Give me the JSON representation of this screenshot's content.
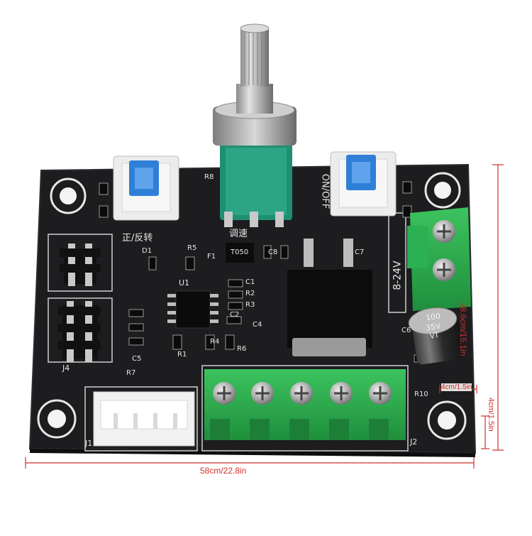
{
  "product": {
    "type": "stepper motor driver board",
    "board_color": "#1d1d20",
    "terminal_color": "#2aa84a",
    "switch_color": "#2f7fd8"
  },
  "dimensions": {
    "width_label": "58cm/22.8in",
    "height_label": "38.6cm/15.1in",
    "terminal_pitch_label": "4cm/1.5in",
    "terminal_width_label": "4cm/1.5in",
    "line_color": "#d0302a"
  },
  "silkscreen": {
    "speed_knob": "调速",
    "direction": "正/反转",
    "power_switch": "ON/OFF",
    "voltage": "8-24V",
    "fuse": "T050",
    "header_j4": "J4",
    "connector_j1": "J1",
    "connector_j2": "J2",
    "chip_u1": "U1",
    "diode": "D1",
    "refs": {
      "r5": "R5",
      "r2": "R2",
      "r3": "R3",
      "r4": "R4",
      "r6": "R6",
      "r1": "R1",
      "r7": "R7",
      "r8": "R8",
      "r10": "R10",
      "c1": "C1",
      "c2": "C2",
      "c4": "C4",
      "c5": "C5",
      "c6": "C6",
      "c7": "C7",
      "c8": "C8",
      "f1": "F1"
    }
  },
  "capacitor": {
    "value": "100",
    "voltage": "35V",
    "series": "VT"
  }
}
